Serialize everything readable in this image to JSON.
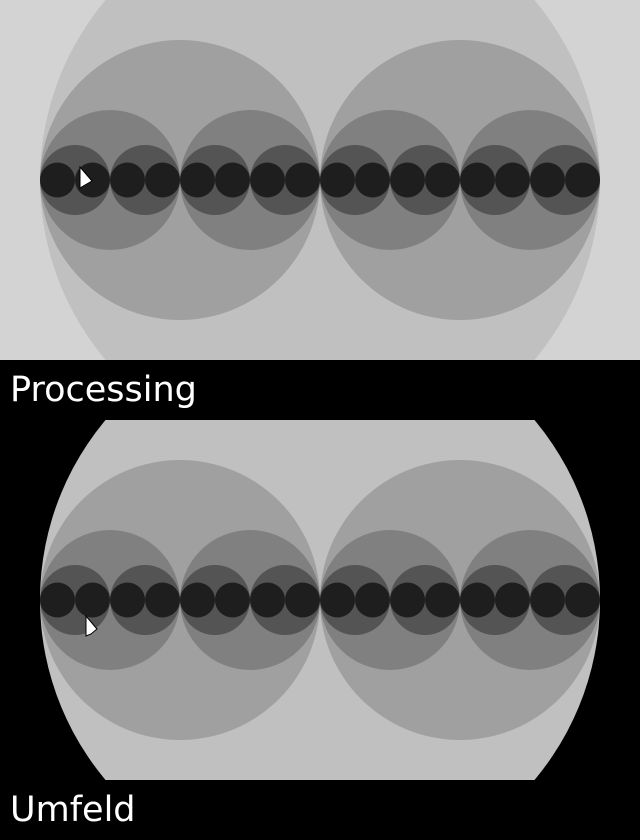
{
  "panels": [
    {
      "id": "processing",
      "label": "Processing",
      "background": "#d3d3d3",
      "cursor_icon": "mouse-pointer-icon"
    },
    {
      "id": "umfeld",
      "label": "Umfeld",
      "background": "#000000",
      "cursor_icon": "mouse-pointer-icon"
    }
  ],
  "colors": {
    "level0": "#c0c0c0",
    "level1": "#a0a0a0",
    "level2": "#808080",
    "level3": "#545454",
    "level4": "#1e1e1e",
    "cursor_fill": "#ffffff",
    "cursor_stroke": "#000000"
  }
}
